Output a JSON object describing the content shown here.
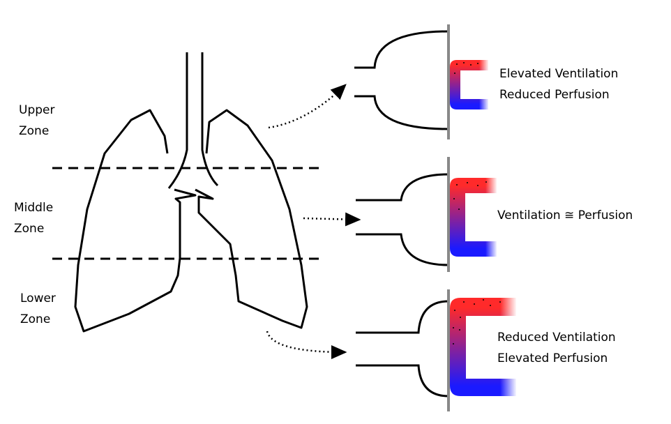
{
  "zones": [
    {
      "line1": "Upper",
      "line2": "Zone"
    },
    {
      "line1": "Middle",
      "line2": "Zone"
    },
    {
      "line1": "Lower",
      "line2": "Zone"
    }
  ],
  "alveoli": [
    {
      "line1": "Elevated Ventilation",
      "line2": "Reduced Perfusion"
    },
    {
      "line1": "Ventilation ≅ Perfusion",
      "line2": ""
    },
    {
      "line1": "Reduced Ventilation",
      "line2": "Elevated Perfusion"
    }
  ],
  "colors": {
    "arterial": "#ff2a2a",
    "venous": "#1a1aff",
    "wall": "#888888",
    "outline": "#000000"
  }
}
